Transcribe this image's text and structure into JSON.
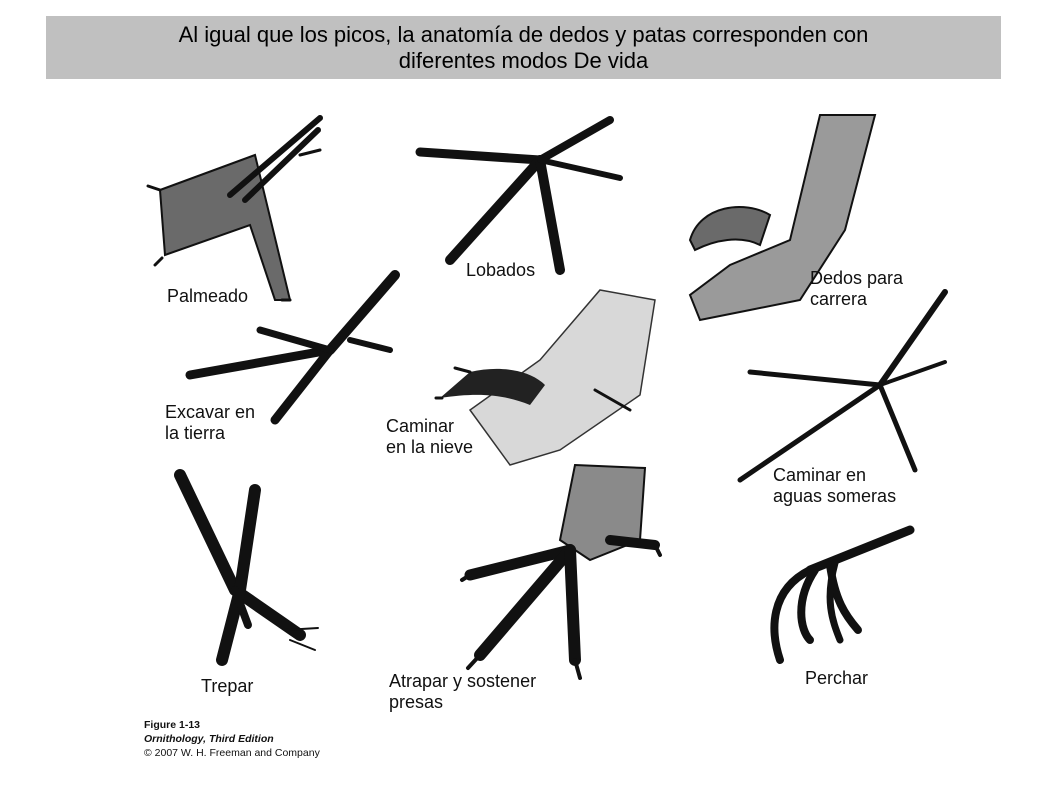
{
  "title": {
    "line1": "Al igual que los picos, la anatomía de dedos y patas corresponden con",
    "line2": "diferentes modos De vida"
  },
  "labels": {
    "palmeado": "Palmeado",
    "lobados": "Lobados",
    "dedos_carrera_1": "Dedos para",
    "dedos_carrera_2": "carrera",
    "excavar_1": "Excavar en",
    "excavar_2": "la tierra",
    "nieve_1": "Caminar",
    "nieve_2": "en la nieve",
    "someras_1": "Caminar en",
    "someras_2": "aguas someras",
    "trepar": "Trepar",
    "presas_1": "Atrapar y sostener",
    "presas_2": "presas",
    "perchar": "Perchar"
  },
  "caption": {
    "figure": "Figure 1-13",
    "book": "Ornithology, Third Edition",
    "copyright": "© 2007 W. H. Freeman and Company"
  }
}
